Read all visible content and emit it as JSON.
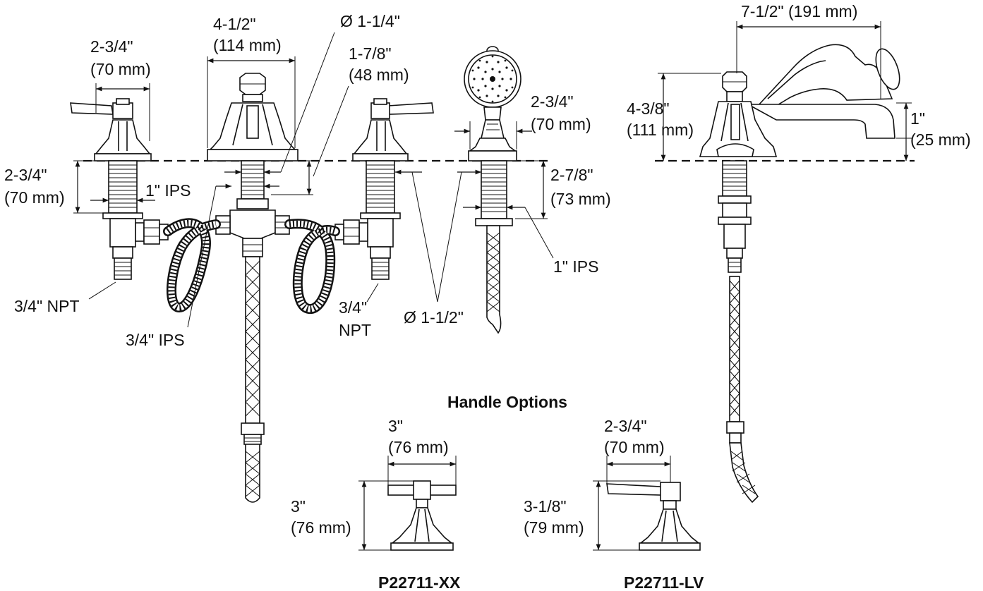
{
  "labels": {
    "left_handle_width": "2-3/4\"",
    "left_handle_width_mm": "(70 mm)",
    "spout_base_width": "4-1/2\"",
    "spout_base_width_mm": "(114 mm)",
    "spout_shank_dia": "Ø 1-1/4\"",
    "spout_shank_len": "1-7/8\"",
    "spout_shank_len_mm": "(48 mm)",
    "left_shank_len": "2-3/4\"",
    "left_shank_len_mm": "(70 mm)",
    "left_shank_ips": "1\" IPS",
    "left_npt": "3/4\" NPT",
    "mixer_ips": "3/4\" IPS",
    "right_npt_1": "3/4\"",
    "right_npt_2": "NPT",
    "hole_dia": "Ø 1-1/2\"",
    "spray_width": "2-3/4\"",
    "spray_width_mm": "(70 mm)",
    "spray_shank_len": "2-7/8\"",
    "spray_shank_len_mm": "(73 mm)",
    "spray_ips": "1\" IPS",
    "side_reach": "7-1/2\" (191 mm)",
    "side_height": "4-3/8\"",
    "side_height_mm": "(111 mm)",
    "side_spout_height": "1\"",
    "side_spout_height_mm": "(25 mm)",
    "handle_options_title": "Handle Options",
    "xx_width": "3\"",
    "xx_width_mm": "(76 mm)",
    "xx_height": "3\"",
    "xx_height_mm": "(76 mm)",
    "xx_model": "P22711-XX",
    "lv_width": "2-3/4\"",
    "lv_width_mm": "(70 mm)",
    "lv_height": "3-1/8\"",
    "lv_height_mm": "(79 mm)",
    "lv_model": "P22711-LV"
  }
}
